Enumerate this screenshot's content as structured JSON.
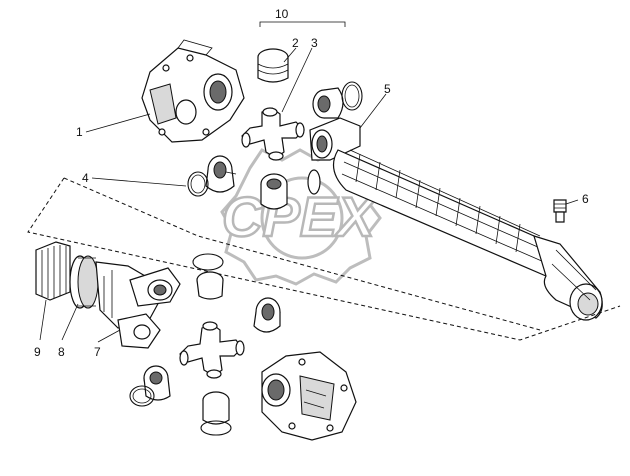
{
  "callouts": [
    {
      "id": "label-10",
      "text": "10"
    },
    {
      "id": "label-2",
      "text": "2"
    },
    {
      "id": "label-3",
      "text": "3"
    },
    {
      "id": "label-5",
      "text": "5"
    },
    {
      "id": "label-1",
      "text": "1"
    },
    {
      "id": "label-4",
      "text": "4"
    },
    {
      "id": "label-6",
      "text": "6"
    },
    {
      "id": "label-9",
      "text": "9"
    },
    {
      "id": "label-8",
      "text": "8"
    },
    {
      "id": "label-7",
      "text": "7"
    }
  ],
  "watermark": {
    "text": "CPEX"
  },
  "colors": {
    "line": "#111111",
    "watermark": "#b8b8b8",
    "background": "#ffffff"
  }
}
